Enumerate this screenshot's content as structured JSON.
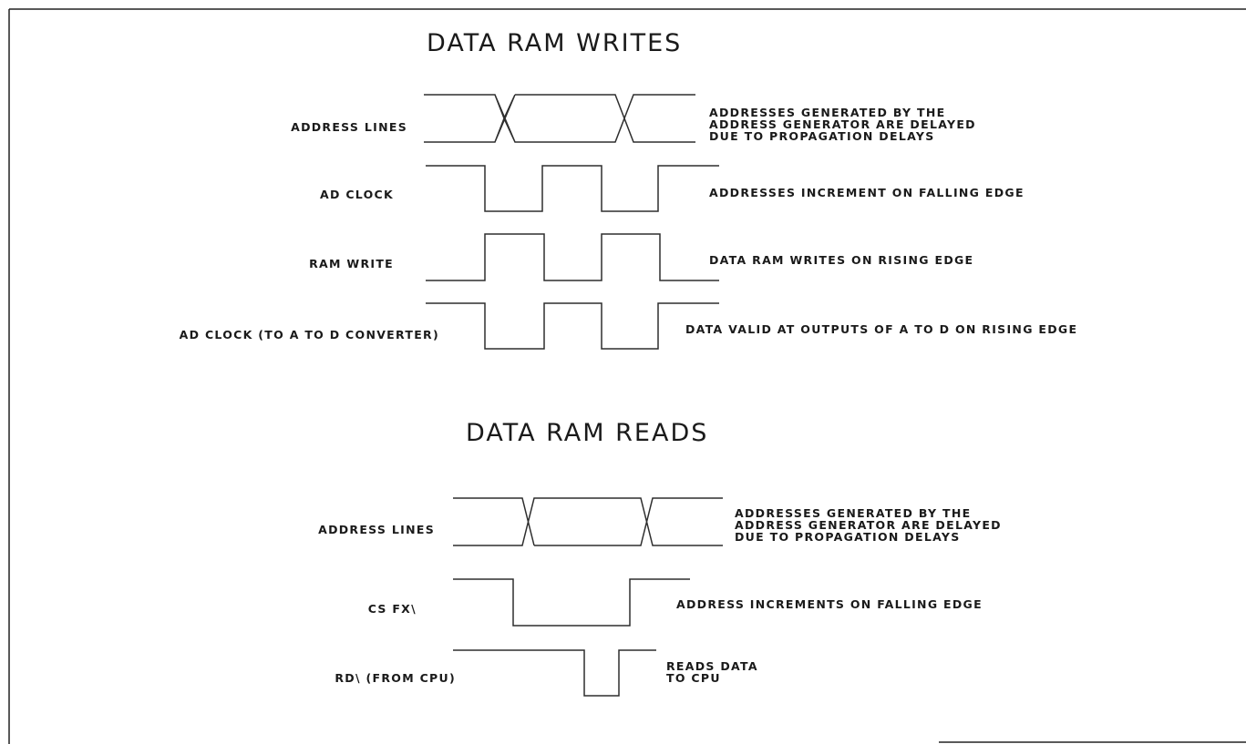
{
  "sections": {
    "writes": {
      "title": "DATA RAM WRITES",
      "signals": [
        {
          "label": "ADDRESS LINES",
          "note": [
            "ADDRESSES GENERATED BY THE",
            "ADDRESS GENERATOR ARE DELAYED",
            "DUE TO PROPAGATION DELAYS"
          ]
        },
        {
          "label": "AD CLOCK",
          "note": [
            "ADDRESSES INCREMENT ON FALLING EDGE"
          ]
        },
        {
          "label": "RAM WRITE",
          "note": [
            "DATA RAM WRITES ON RISING EDGE"
          ]
        },
        {
          "label": "AD CLOCK (TO A TO D CONVERTER)",
          "note": [
            "DATA VALID AT OUTPUTS OF A TO D ON RISING EDGE"
          ]
        }
      ]
    },
    "reads": {
      "title": "DATA RAM READS",
      "signals": [
        {
          "label": "ADDRESS LINES",
          "note": [
            "ADDRESSES GENERATED BY THE",
            "ADDRESS GENERATOR ARE DELAYED",
            "DUE TO PROPAGATION DELAYS"
          ]
        },
        {
          "label": "CS FX\\",
          "note": [
            "ADDRESS INCREMENTS ON FALLING EDGE"
          ]
        },
        {
          "label": "RD\\ (FROM CPU)",
          "note": [
            "READS DATA",
            "TO CPU"
          ]
        }
      ]
    }
  }
}
